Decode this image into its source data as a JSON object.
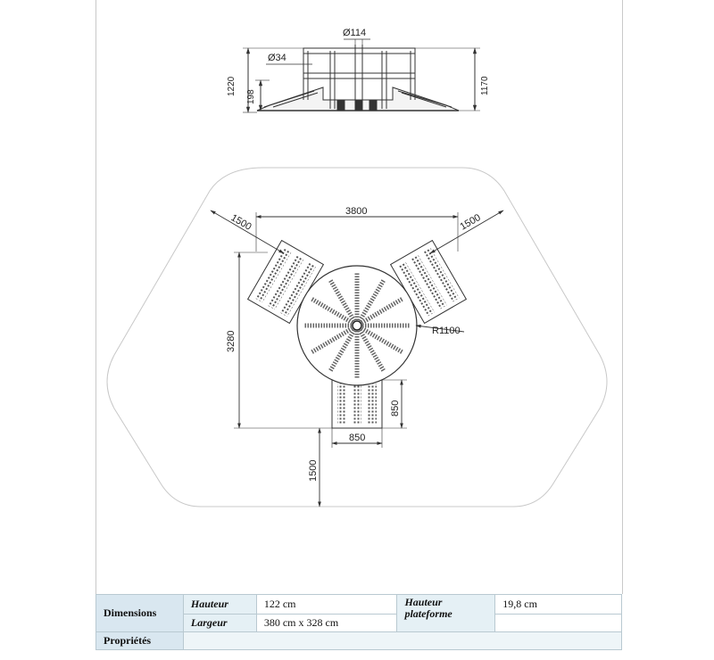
{
  "drawing": {
    "side_view": {
      "diam_top": "Ø114",
      "diam_post": "Ø34",
      "height_total": "1220",
      "height_platform": "198",
      "height_right": "1170"
    },
    "plan_view": {
      "width_overall": "3800",
      "arm_length_left": "1500",
      "arm_length_right": "1500",
      "height_overall": "3280",
      "radius": "R1100",
      "step_width": "850",
      "step_depth": "850",
      "bottom_clearance": "1500"
    }
  },
  "specs": {
    "dimensions_label": "Dimensions",
    "hauteur_label": "Hauteur",
    "hauteur_value": "122 cm",
    "hauteur_plateforme_label": "Hauteur plateforme",
    "hauteur_plateforme_value": "19,8 cm",
    "largeur_label": "Largeur",
    "largeur_value": "380 cm x 328 cm",
    "proprietes_label": "Propriétés"
  }
}
